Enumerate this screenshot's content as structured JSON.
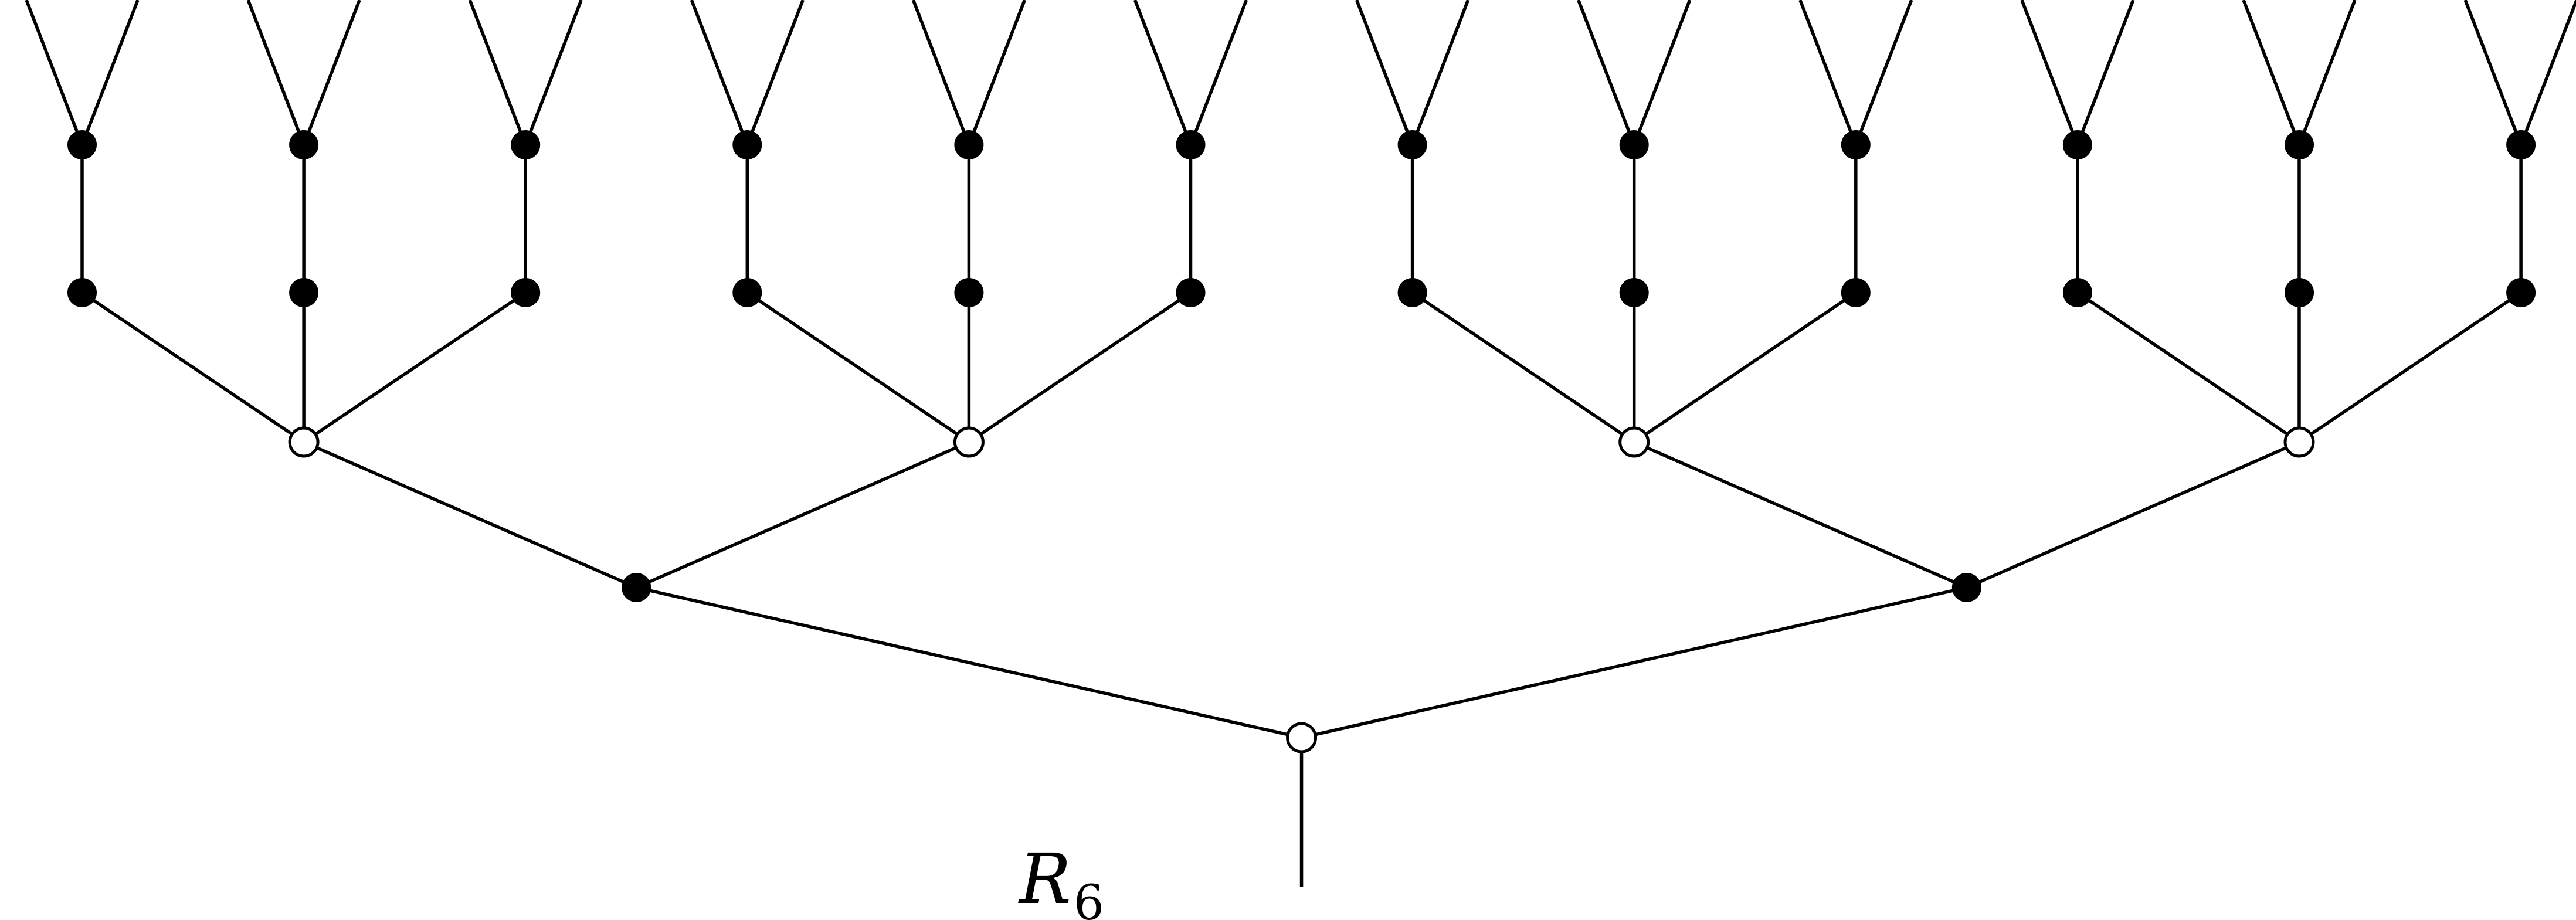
{
  "diagram": {
    "label": {
      "main": "R",
      "subscript": "6"
    },
    "colors": {
      "edge": "#000000",
      "filled_node": "#000000",
      "open_node_fill": "#ffffff"
    },
    "node_kinds": {
      "filled": "black-vertex",
      "open": "white-vertex"
    }
  }
}
